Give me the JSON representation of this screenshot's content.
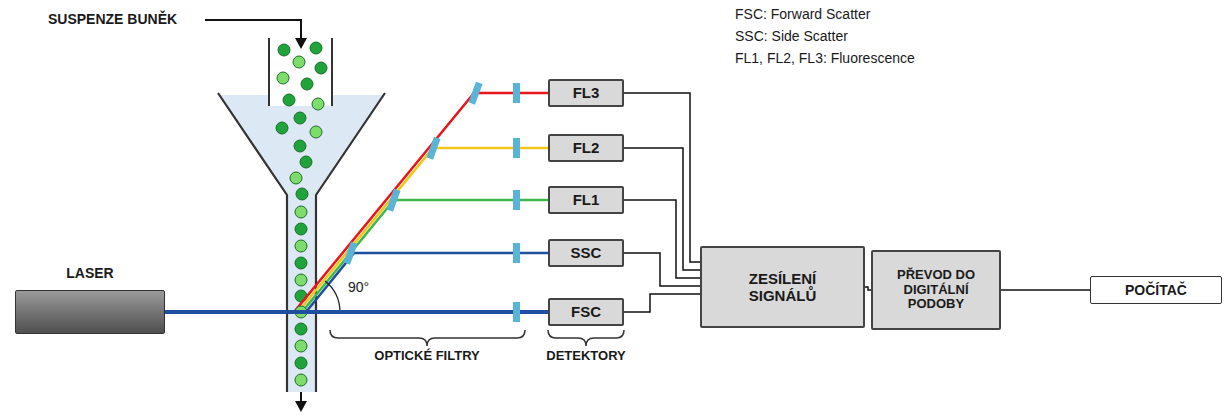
{
  "diagram": {
    "nodes": [
      {
        "text": [
          "LASER"
        ]
      },
      {
        "text": [
          "FL3"
        ]
      },
      {
        "text": [
          "FL2"
        ]
      },
      {
        "text": [
          "FL1"
        ]
      },
      {
        "text": [
          "SSC"
        ]
      },
      {
        "text": [
          "FSC"
        ]
      },
      {
        "text": [
          "ZESÍLENÍ SIGNÁLŮ"
        ]
      },
      {
        "text": [
          "PŘEVOD DO DIGITÁLNÍ PODOBY"
        ]
      },
      {
        "text": [
          "POČÍTAČ"
        ]
      }
    ],
    "edges": [
      {
        "from": 0,
        "to": 5,
        "arrow": "none"
      },
      {
        "from": 1,
        "to": 6,
        "arrow": "none"
      },
      {
        "from": 2,
        "to": 6,
        "arrow": "none"
      },
      {
        "from": 3,
        "to": 6,
        "arrow": "none"
      },
      {
        "from": 4,
        "to": 6,
        "arrow": "none"
      },
      {
        "from": 5,
        "to": 6,
        "arrow": "none"
      },
      {
        "from": 6,
        "to": 7,
        "arrow": "none"
      },
      {
        "from": 7,
        "to": 8,
        "arrow": "none"
      }
    ],
    "labels": [
      "SUSPENZE BUNĚK",
      "90°",
      "OPTICKÉ FILTRY",
      "DETEKTORY",
      "FSC: Forward Scatter",
      "SSC: Side Scatter",
      "FL1, FL2, FL3: Fluorescence"
    ]
  }
}
